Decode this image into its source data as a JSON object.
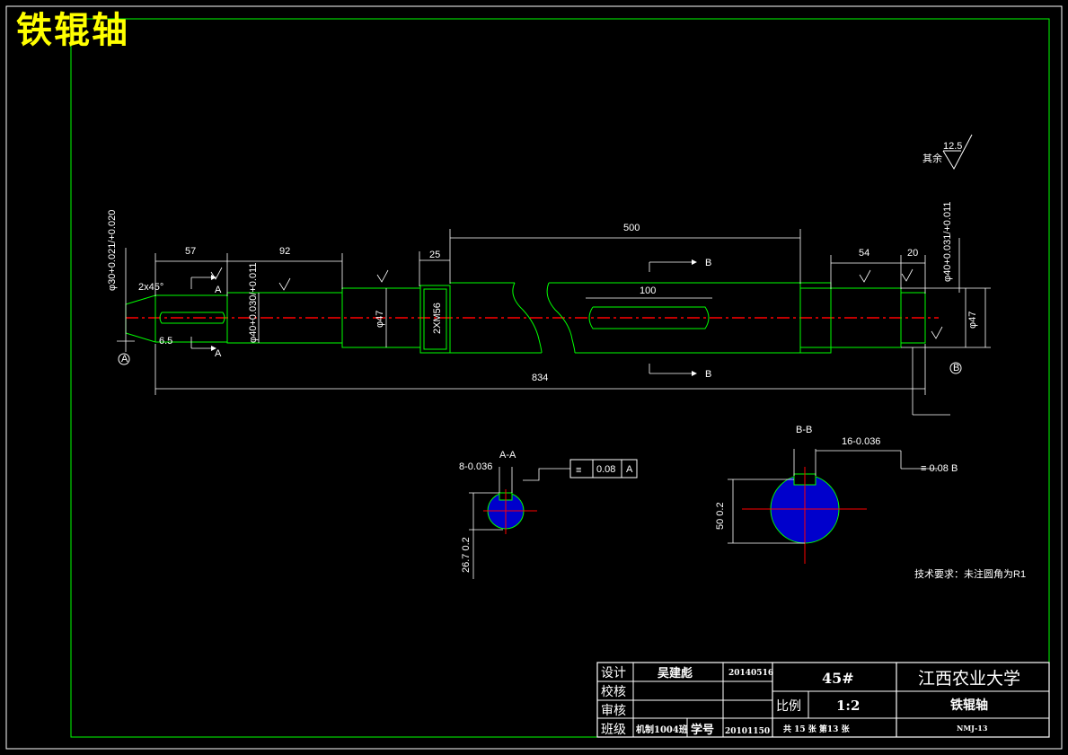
{
  "overlay_title": "铁辊轴",
  "roughness": {
    "value": "12.5",
    "label": "其余"
  },
  "dimensions": {
    "d57": "57",
    "d92": "92",
    "d500": "500",
    "d54": "54",
    "d20": "20",
    "d100": "100",
    "d834": "834",
    "d25": "25",
    "d6_5": "6.5",
    "chamfer": "2x45°",
    "dia30": "φ30+0.021/+0.020",
    "dia40": "φ40+0.030/+0.011",
    "dia47_left": "φ47",
    "thread": "2XM56",
    "dia47_right": "φ47",
    "dia40_right": "φ40+0.031/+0.011"
  },
  "section_markers": {
    "A_top": "A",
    "A_bottom": "A",
    "B_top": "B",
    "B_bottom": "B",
    "datum_A": "A",
    "datum_B": "B"
  },
  "section_AA": {
    "title": "A-A",
    "keyway": "8-0.036",
    "depth": "26.7 0.2",
    "tolerance_symbol": "≡",
    "tolerance_value": "0.08",
    "tolerance_datum": "A"
  },
  "section_BB": {
    "title": "B-B",
    "keyway": "16-0.036",
    "depth": "50 0.2",
    "tolerance_box": "≡ 0.08 B"
  },
  "tech_note": "技术要求：未注圆角为R1",
  "title_block": {
    "design_label": "设计",
    "designer": "吴建彪",
    "design_date": "20140516",
    "check_label": "校核",
    "review_label": "审核",
    "class_label": "班级",
    "class_value": "机制1004班",
    "student_no_label": "学号",
    "student_no": "20101150",
    "material": "45#",
    "school": "江西农业大学",
    "scale_label": "比例",
    "scale_value": "1:2",
    "part_name": "铁辊轴",
    "sheets": "共 15 张    第13  张",
    "drawing_no": "NMJ-13"
  },
  "colors": {
    "frame": "#00ff00",
    "outline": "#00ff00",
    "centerline": "#ff0000",
    "dimension": "#ffffff",
    "hatch": "#0000ff",
    "title": "#ffff00"
  }
}
